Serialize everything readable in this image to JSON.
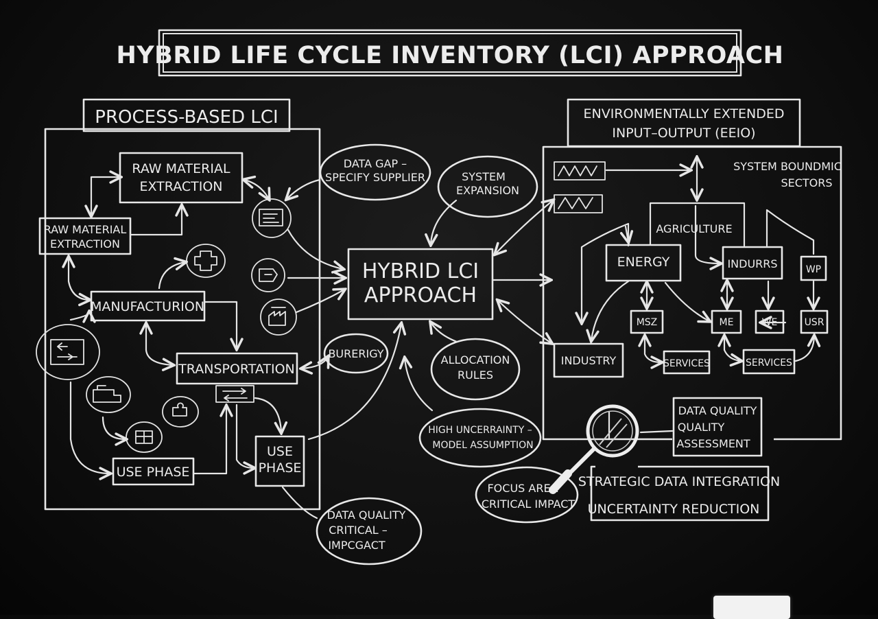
{
  "title": "HYBRID LIFE CYCLE INVENTORY (LCI) APPROACH",
  "process_based": {
    "heading": "PROCESS-BASED LCI",
    "raw_material_top": [
      "RAW MATERIAL",
      "EXTRACTION"
    ],
    "raw_material_left": [
      "RAW MATERIAL",
      "EXTRACTION"
    ],
    "manufacturing": "MANUFACTURION",
    "transportation": "TRANSPORTATION",
    "use_phase_bottom": "USE PHASE",
    "use_phase_box": [
      "USE",
      "PHASE"
    ]
  },
  "hub": [
    "HYBRID LCI",
    "APPROACH"
  ],
  "notes": {
    "data_gap": [
      "DATA GAP –",
      "SPECIFY SUPPLIER"
    ],
    "system_expansion": [
      "SYSTEM",
      "EXPANSION"
    ],
    "burerigy": "BURERIGY",
    "allocation_rules": [
      "ALLOCATION",
      "RULES"
    ],
    "high_uncertainty": [
      "HIGH UNCERRAINTY –",
      "MODEL ASSUMPTION"
    ],
    "focus_area": [
      "FOCUS AREA",
      "CRITICAL IMPACT"
    ],
    "data_quality_critical": [
      "DATA QUALITY",
      "CRITICAL –",
      "IMPCGACT"
    ]
  },
  "eeio": {
    "heading": [
      "ENVIRONMENTALLY EXTENDED",
      "INPUT–OUTPUT (EEIO)"
    ],
    "system_boundary": [
      "SYSTEM BOUNDMIC",
      "SECTORS"
    ],
    "agriculture": "AGRICULTURE",
    "energy": "ENERGY",
    "indurrs": "INDURRS",
    "wp": "WP",
    "msz": "MSZ",
    "me": "ME",
    "we": "WE",
    "usr": "USR",
    "industry": "INDUSTRY",
    "services_1": "SERVICES",
    "services_2": "SERVICES"
  },
  "data_quality_assessment": [
    "DATA QUALITY",
    "QUALITY",
    "ASSESSMENT"
  ],
  "strategic": [
    "STRATEGIC DATA INTEGRATION",
    "UNCERTAINTY REDUCTION"
  ],
  "icons": [
    "process-glyph-icon",
    "medical-cross-icon",
    "factory-icon",
    "conveyor-icon",
    "magnifier-icon",
    "wave-chart-icon"
  ]
}
